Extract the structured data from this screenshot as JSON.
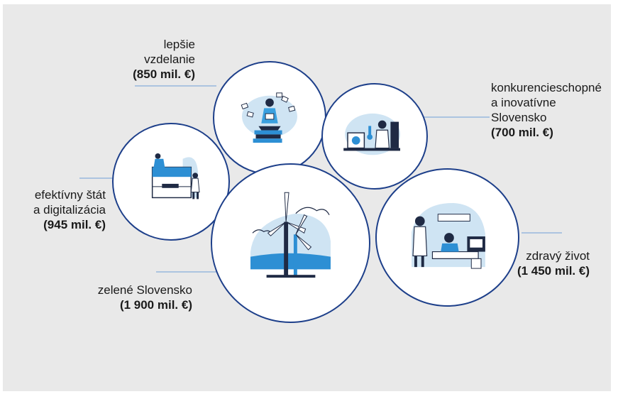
{
  "colors": {
    "panel_bg": "#e9e9e9",
    "circle_border": "#1d3f8a",
    "connector": "#6f9fd6",
    "illustration_light": "#cfe4f3",
    "illustration_blue": "#2d8fd4",
    "illustration_dark": "#1f2a44"
  },
  "areas": [
    {
      "id": "education",
      "lines": [
        "lepšie",
        "vzdelanie"
      ],
      "amount": "(850 mil. €)",
      "icon": "student-reading-icon"
    },
    {
      "id": "innovation",
      "lines": [
        "konkurencieschopné",
        "a inovatívne",
        "Slovensko"
      ],
      "amount": "(700 mil. €)",
      "icon": "scientist-lab-icon"
    },
    {
      "id": "digital",
      "lines": [
        "efektívny štát",
        "a digitalizácia"
      ],
      "amount": "(945 mil. €)",
      "icon": "computer-workers-icon"
    },
    {
      "id": "green",
      "lines": [
        "zelené Slovensko"
      ],
      "amount": "(1 900 mil. €)",
      "icon": "wind-turbines-icon"
    },
    {
      "id": "health",
      "lines": [
        "zdravý život"
      ],
      "amount": "(1 450 mil. €)",
      "icon": "hospital-patient-icon"
    }
  ]
}
